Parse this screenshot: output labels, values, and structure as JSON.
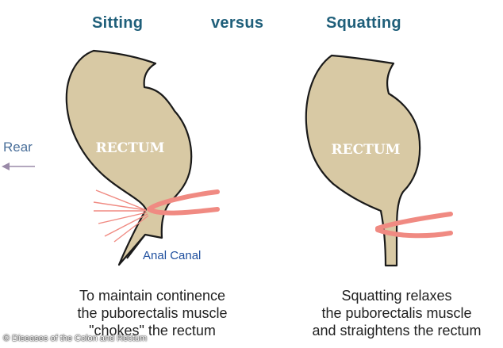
{
  "headers": {
    "sitting": "Sitting",
    "versus": "versus",
    "squatting": "Squatting"
  },
  "labels": {
    "rectum_left": "RECTUM",
    "rectum_right": "RECTUM",
    "rear": "Rear",
    "anal_canal": "Anal Canal"
  },
  "captions": {
    "left": [
      "To maintain continence",
      "the puborectalis muscle",
      "\"chokes\" the rectum"
    ],
    "right": [
      "Squatting relaxes",
      "the puborectalis muscle",
      "and straightens the rectum"
    ]
  },
  "credit": "© Diseases of the Colon and Rectum",
  "colors": {
    "organ_fill": "#d8c9a4",
    "muscle": "#f08a82",
    "header": "#1f5f7a",
    "rays": "#f08a82",
    "arrow": "#9a8aa8"
  }
}
